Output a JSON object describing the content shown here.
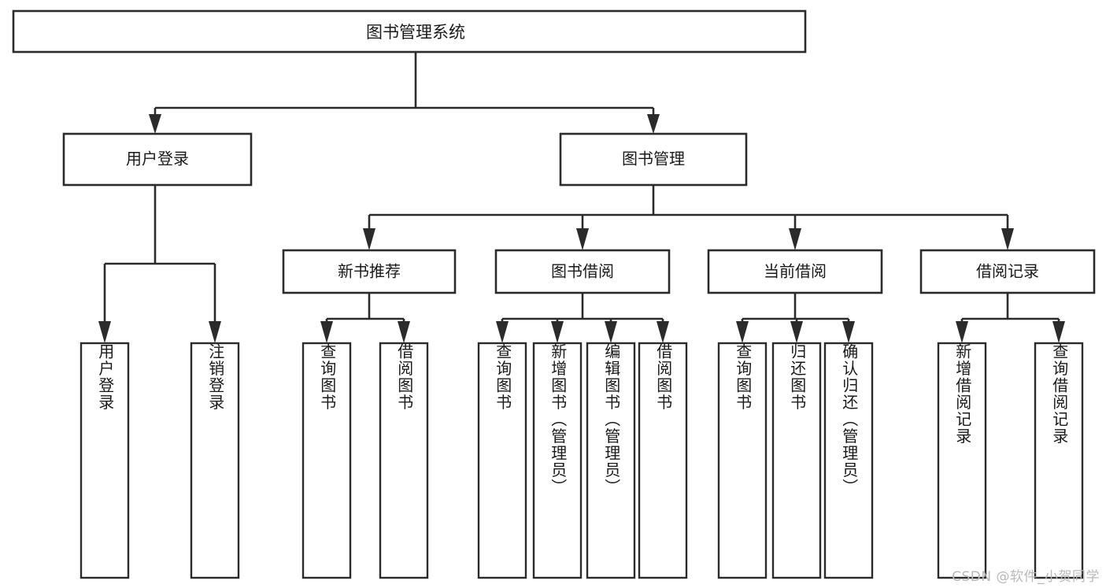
{
  "diagram": {
    "title": "图书管理系统",
    "type": "tree-hierarchy-diagram",
    "watermark": "CSDN @软件_小贺同学",
    "colors": {
      "background": "#ffffff",
      "box_fill": "#ffffff",
      "box_stroke": "#2b2b2b",
      "text": "#1a1a1a",
      "watermark": "#b9b9b9"
    },
    "root": {
      "label": "图书管理系统"
    },
    "level2": [
      {
        "label": "用户登录"
      },
      {
        "label": "图书管理"
      }
    ],
    "level3": [
      {
        "label": "新书推荐"
      },
      {
        "label": "图书借阅"
      },
      {
        "label": "当前借阅"
      },
      {
        "label": "借阅记录"
      }
    ],
    "leaves": {
      "user_login": [
        {
          "label": "用户登录"
        },
        {
          "label": "注销登录"
        }
      ],
      "new_book_recommend": [
        {
          "label": "查询图书"
        },
        {
          "label": "借阅图书"
        }
      ],
      "book_borrow": [
        {
          "label": "查询图书"
        },
        {
          "label": "新增图书（管理员）"
        },
        {
          "label": "编辑图书（管理员）"
        },
        {
          "label": "借阅图书"
        }
      ],
      "current_borrow": [
        {
          "label": "查询图书"
        },
        {
          "label": "归还图书"
        },
        {
          "label": "确认归还（管理员）"
        }
      ],
      "borrow_record": [
        {
          "label": "新增借阅记录"
        },
        {
          "label": "查询借阅记录"
        }
      ]
    }
  },
  "chart_data": {
    "type": "tree",
    "title": "图书管理系统",
    "nodes": [
      {
        "id": "root",
        "label": "图书管理系统",
        "level": 0,
        "parent": null
      },
      {
        "id": "user-login",
        "label": "用户登录",
        "level": 1,
        "parent": "root"
      },
      {
        "id": "book-manage",
        "label": "图书管理",
        "level": 1,
        "parent": "root"
      },
      {
        "id": "login-do",
        "label": "用户登录",
        "level": 2,
        "parent": "user-login"
      },
      {
        "id": "logout-do",
        "label": "注销登录",
        "level": 2,
        "parent": "user-login"
      },
      {
        "id": "new-book",
        "label": "新书推荐",
        "level": 2,
        "parent": "book-manage"
      },
      {
        "id": "book-borrow",
        "label": "图书借阅",
        "level": 2,
        "parent": "book-manage"
      },
      {
        "id": "current-borrow",
        "label": "当前借阅",
        "level": 2,
        "parent": "book-manage"
      },
      {
        "id": "borrow-record",
        "label": "借阅记录",
        "level": 2,
        "parent": "book-manage"
      },
      {
        "id": "nb-query",
        "label": "查询图书",
        "level": 3,
        "parent": "new-book"
      },
      {
        "id": "nb-borrow",
        "label": "借阅图书",
        "level": 3,
        "parent": "new-book"
      },
      {
        "id": "bb-query",
        "label": "查询图书",
        "level": 3,
        "parent": "book-borrow"
      },
      {
        "id": "bb-add",
        "label": "新增图书（管理员）",
        "level": 3,
        "parent": "book-borrow"
      },
      {
        "id": "bb-edit",
        "label": "编辑图书（管理员）",
        "level": 3,
        "parent": "book-borrow"
      },
      {
        "id": "bb-borrow",
        "label": "借阅图书",
        "level": 3,
        "parent": "book-borrow"
      },
      {
        "id": "cb-query",
        "label": "查询图书",
        "level": 3,
        "parent": "current-borrow"
      },
      {
        "id": "cb-return",
        "label": "归还图书",
        "level": 3,
        "parent": "current-borrow"
      },
      {
        "id": "cb-confirm",
        "label": "确认归还（管理员）",
        "level": 3,
        "parent": "current-borrow"
      },
      {
        "id": "br-add",
        "label": "新增借阅记录",
        "level": 3,
        "parent": "borrow-record"
      },
      {
        "id": "br-query",
        "label": "查询借阅记录",
        "level": 3,
        "parent": "borrow-record"
      }
    ]
  }
}
